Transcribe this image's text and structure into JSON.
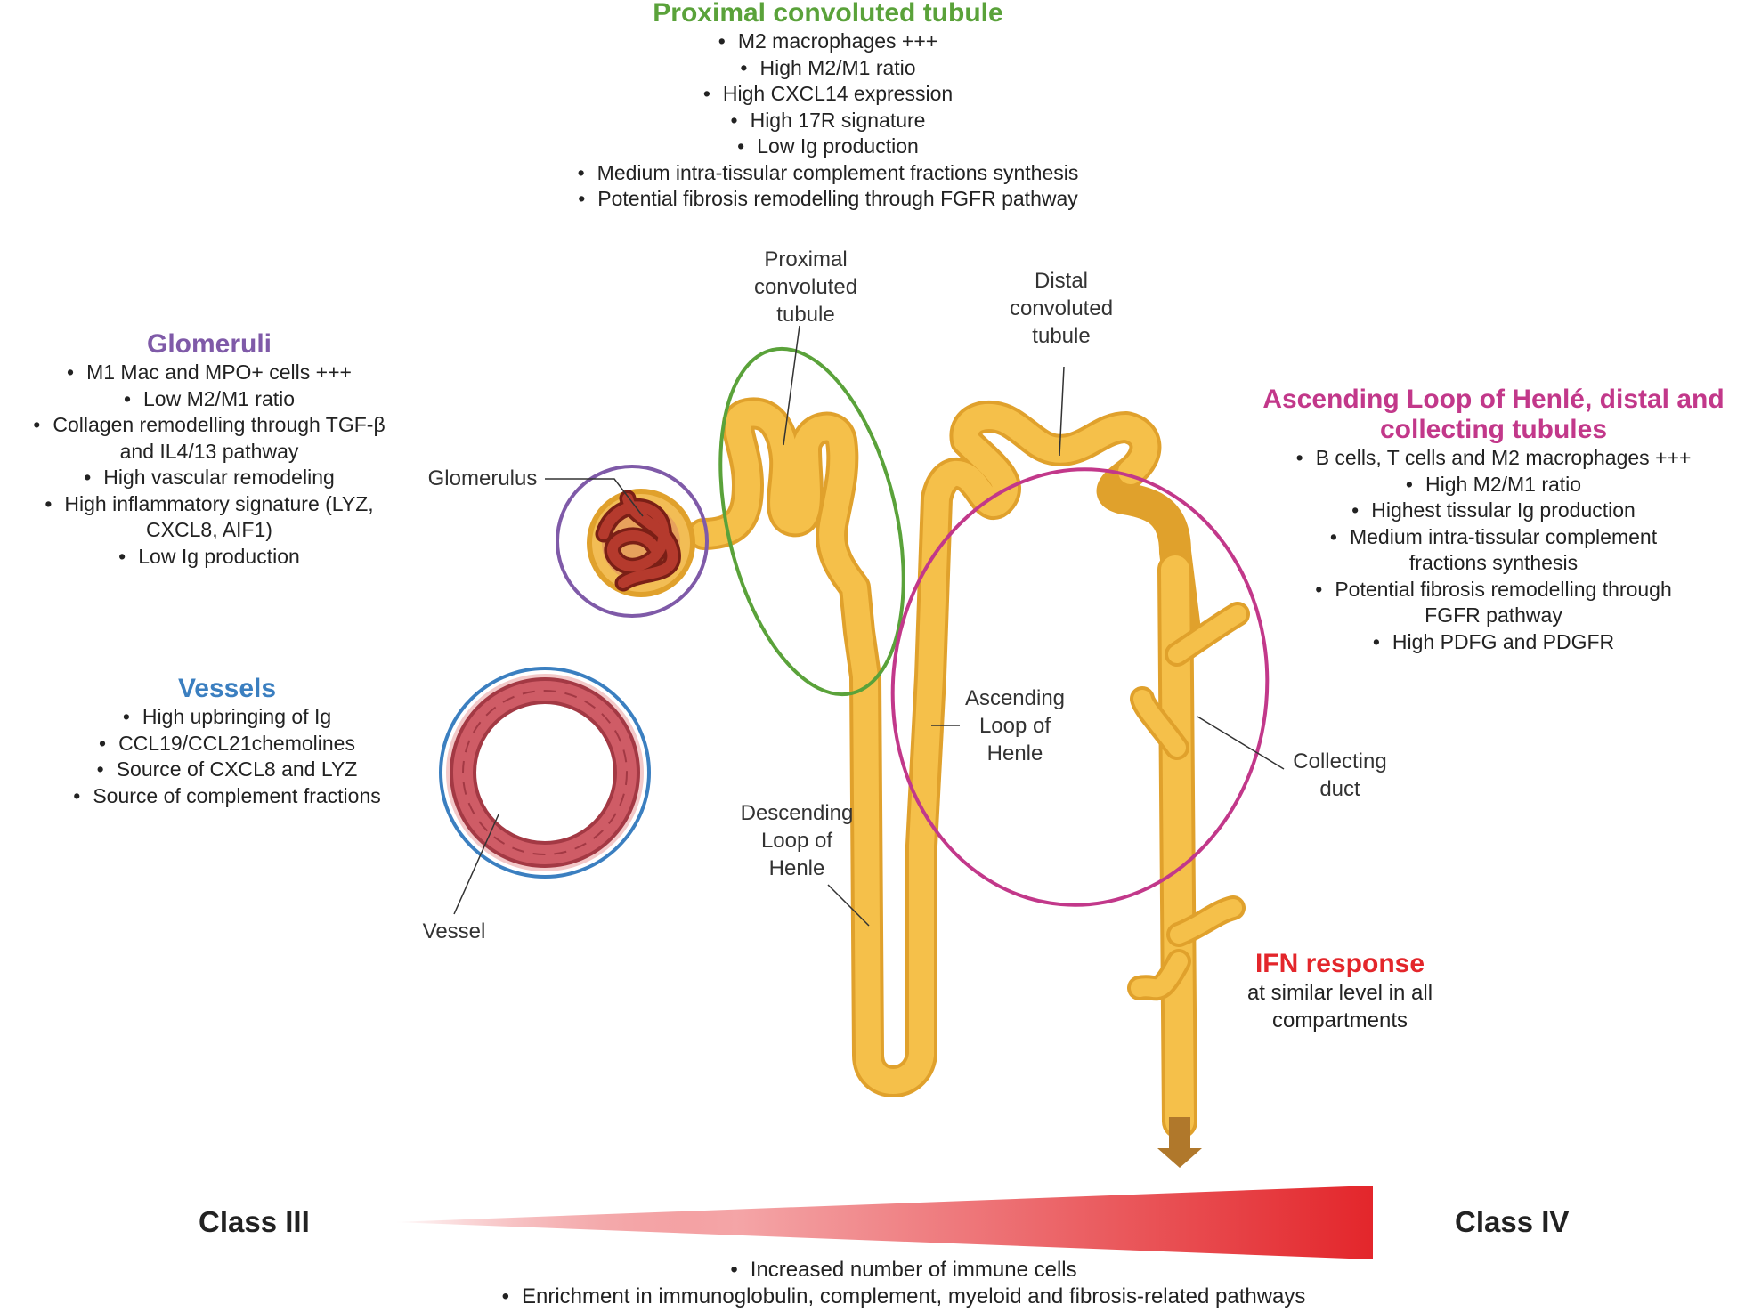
{
  "colors": {
    "pct": "#5aa23a",
    "glomeruli": "#7f5aa8",
    "vessels": "#3b7fc0",
    "loop": "#c2388a",
    "ifn": "#e3262b",
    "tubule_fill": "#f5c04a",
    "tubule_edge": "#e0a12c",
    "vessel_wall": "#c9545f",
    "gradient_end": "#e3262b"
  },
  "pct_block": {
    "heading": "Proximal convoluted tubule",
    "items": [
      "M2 macrophages +++",
      "High M2/M1 ratio",
      "High CXCL14 expression",
      "High 17R signature",
      "Low Ig production",
      "Medium intra-tissular complement fractions synthesis",
      "Potential fibrosis remodelling through FGFR pathway"
    ]
  },
  "glomeruli_block": {
    "heading": "Glomeruli",
    "items": [
      "M1 Mac and MPO+ cells +++",
      "Low M2/M1 ratio",
      "Collagen remodelling through TGF-β",
      "and IL4/13 pathway",
      "High vascular remodeling",
      "High inflammatory signature (LYZ,",
      "CXCL8, AIF1)",
      "Low Ig production"
    ]
  },
  "vessels_block": {
    "heading": "Vessels",
    "items": [
      "High upbringing of Ig",
      "CCL19/CCL21chemolines",
      "Source of CXCL8 and LYZ",
      "Source of complement fractions"
    ]
  },
  "loop_block": {
    "heading_line1": "Ascending Loop of Henlé, distal and",
    "heading_line2": "collecting tubules",
    "items": [
      "B cells, T cells and M2 macrophages +++",
      "High M2/M1 ratio",
      "Highest tissular Ig production",
      "Medium intra-tissular complement",
      "fractions synthesis",
      "Potential fibrosis remodelling through",
      "FGFR pathway",
      "High PDFG and PDGFR"
    ]
  },
  "labels": {
    "pct": [
      "Proximal",
      "convoluted",
      "tubule"
    ],
    "dct": [
      "Distal",
      "convoluted",
      "tubule"
    ],
    "glomerulus": [
      "Glomerulus"
    ],
    "ascending": [
      "Ascending",
      "Loop of",
      "Henle"
    ],
    "descending": [
      "Descending",
      "Loop of",
      "Henle"
    ],
    "collecting": [
      "Collecting",
      "duct"
    ],
    "vessel": [
      "Vessel"
    ]
  },
  "ifn": {
    "heading": "IFN response",
    "line1": "at similar level in all",
    "line2": "compartments"
  },
  "gradient": {
    "left_label": "Class III",
    "right_label": "Class IV"
  },
  "bottom_items": [
    "Increased number of immune cells",
    "Enrichment in immunoglobulin, complement, myeloid and fibrosis-related pathways"
  ]
}
